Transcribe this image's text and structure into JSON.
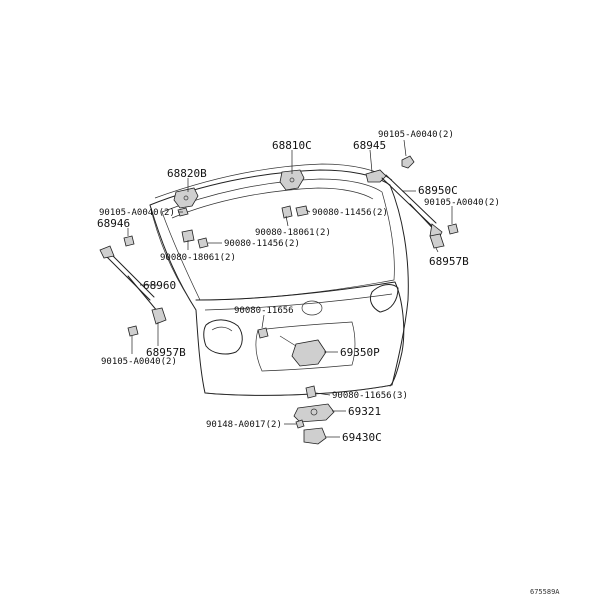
{
  "labels": {
    "p68810C": "68810C",
    "p68945": "68945",
    "p90105_top": "90105-A0040(2)",
    "p68820B": "68820B",
    "p68950C": "68950C",
    "p90105_right": "90105-A0040(2)",
    "p90080_11456_right": "90080-11456(2)",
    "p90105_left": "90105-A0040(2)",
    "p68946": "68946",
    "p90080_18061_center": "90080-18061(2)",
    "p90080_11456_left": "90080-11456(2)",
    "p68957B_right": "68957B",
    "p90080_18061_left": "90080-18061(2)",
    "p68960": "68960",
    "p90080_11656": "90080-11656",
    "p69350P": "69350P",
    "p68957B_left": "68957B",
    "p90105_bottom": "90105-A0040(2)",
    "p90080_11656_3": "90080-11656(3)",
    "p69321": "69321",
    "p90148": "90148-A0017(2)",
    "p69430C": "69430C"
  },
  "figure_code": "675589A"
}
